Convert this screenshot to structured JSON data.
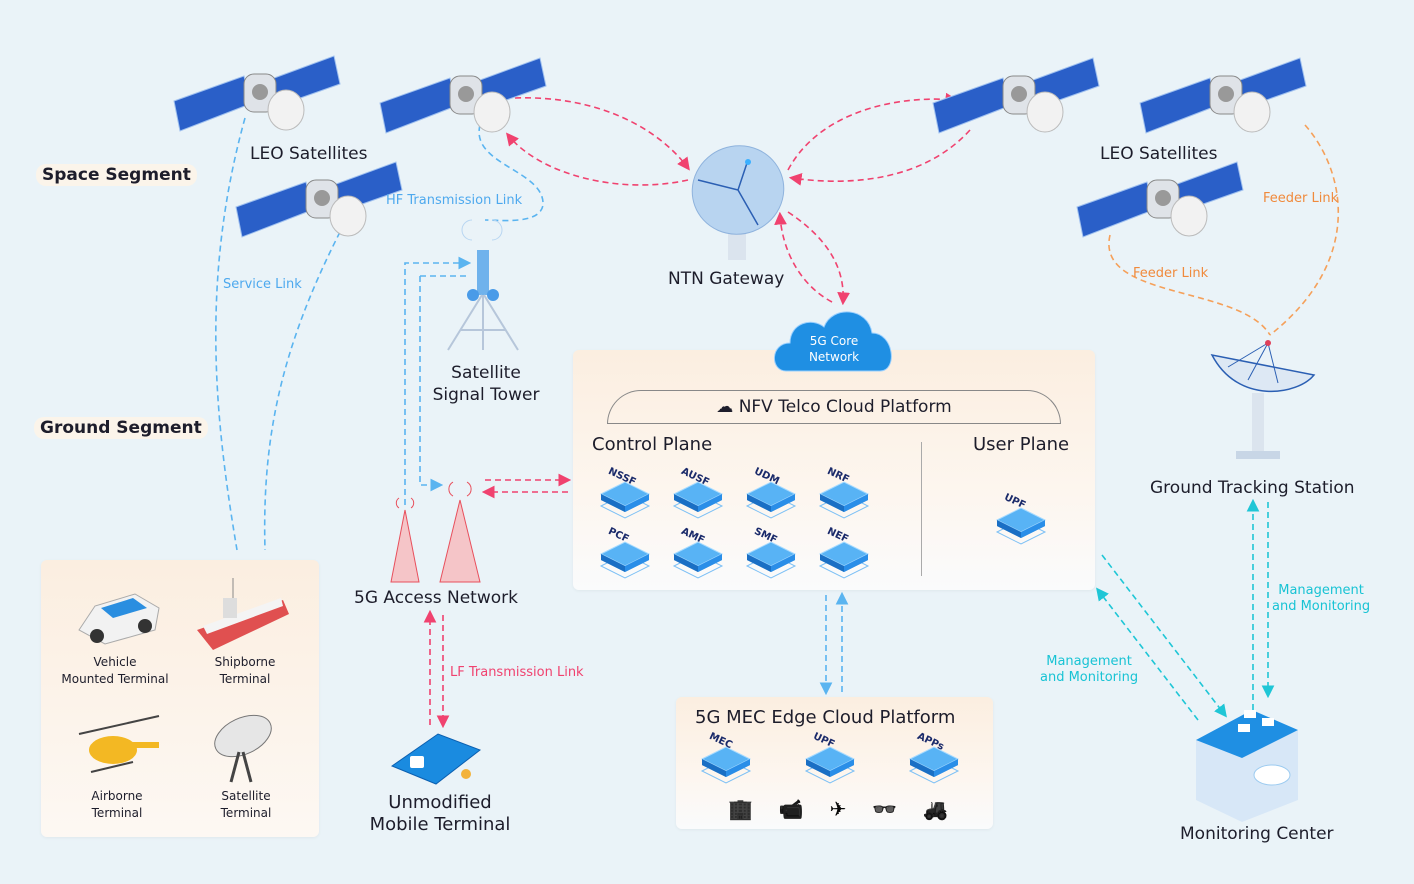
{
  "segments": {
    "space": "Space Segment",
    "ground": "Ground Segment"
  },
  "satellites": {
    "left_label": "LEO Satellites",
    "right_label": "LEO Satellites"
  },
  "gateway": {
    "label": "NTN Gateway"
  },
  "core": {
    "line1": "5G Core",
    "line2": "Network"
  },
  "tower": {
    "line1": "Satellite",
    "line2": "Signal Tower"
  },
  "access": {
    "label": "5G Access Network"
  },
  "mobile": {
    "line1": "Unmodified",
    "line2": "Mobile Terminal"
  },
  "links": {
    "hf": "HF Transmission Link",
    "service": "Service Link",
    "lf": "LF Transmission Link",
    "feeder1": "Feeder Link",
    "feeder2": "Feeder Link",
    "mgmt1_l1": "Management",
    "mgmt1_l2": "and Monitoring",
    "mgmt2_l1": "Management",
    "mgmt2_l2": "and Monitoring"
  },
  "nfv": {
    "title": "NFV Telco Cloud Platform",
    "control_plane": "Control Plane",
    "user_plane": "User Plane",
    "control_functions": [
      "NSSF",
      "AUSF",
      "UDM",
      "NRF",
      "PCF",
      "AMF",
      "SMF",
      "NEF"
    ],
    "user_functions": [
      "UPF"
    ]
  },
  "mec": {
    "title": "5G MEC Edge Cloud Platform",
    "modules": [
      "MEC",
      "UPF",
      "APPs"
    ],
    "applications": [
      "building-icon",
      "camera-icon",
      "drone-icon",
      "vr-headset-icon",
      "forklift-icon"
    ]
  },
  "terminals": [
    {
      "line1": "Vehicle",
      "line2": "Mounted Terminal",
      "icon": "car-icon"
    },
    {
      "line1": "Shipborne",
      "line2": "Terminal",
      "icon": "ship-icon"
    },
    {
      "line1": "Airborne",
      "line2": "Terminal",
      "icon": "helicopter-icon"
    },
    {
      "line1": "Satellite",
      "line2": "Terminal",
      "icon": "satellite-dish-icon"
    }
  ],
  "ground_station": {
    "label": "Ground Tracking Station"
  },
  "monitoring": {
    "label": "Monitoring Center"
  },
  "colors": {
    "background": "#eaf3f8",
    "pink_link": "#f0426f",
    "blue_link": "#5ab4f0",
    "orange_link": "#f5a05a",
    "cyan_link": "#1fc6d6",
    "chip": "#2d8fe0"
  }
}
